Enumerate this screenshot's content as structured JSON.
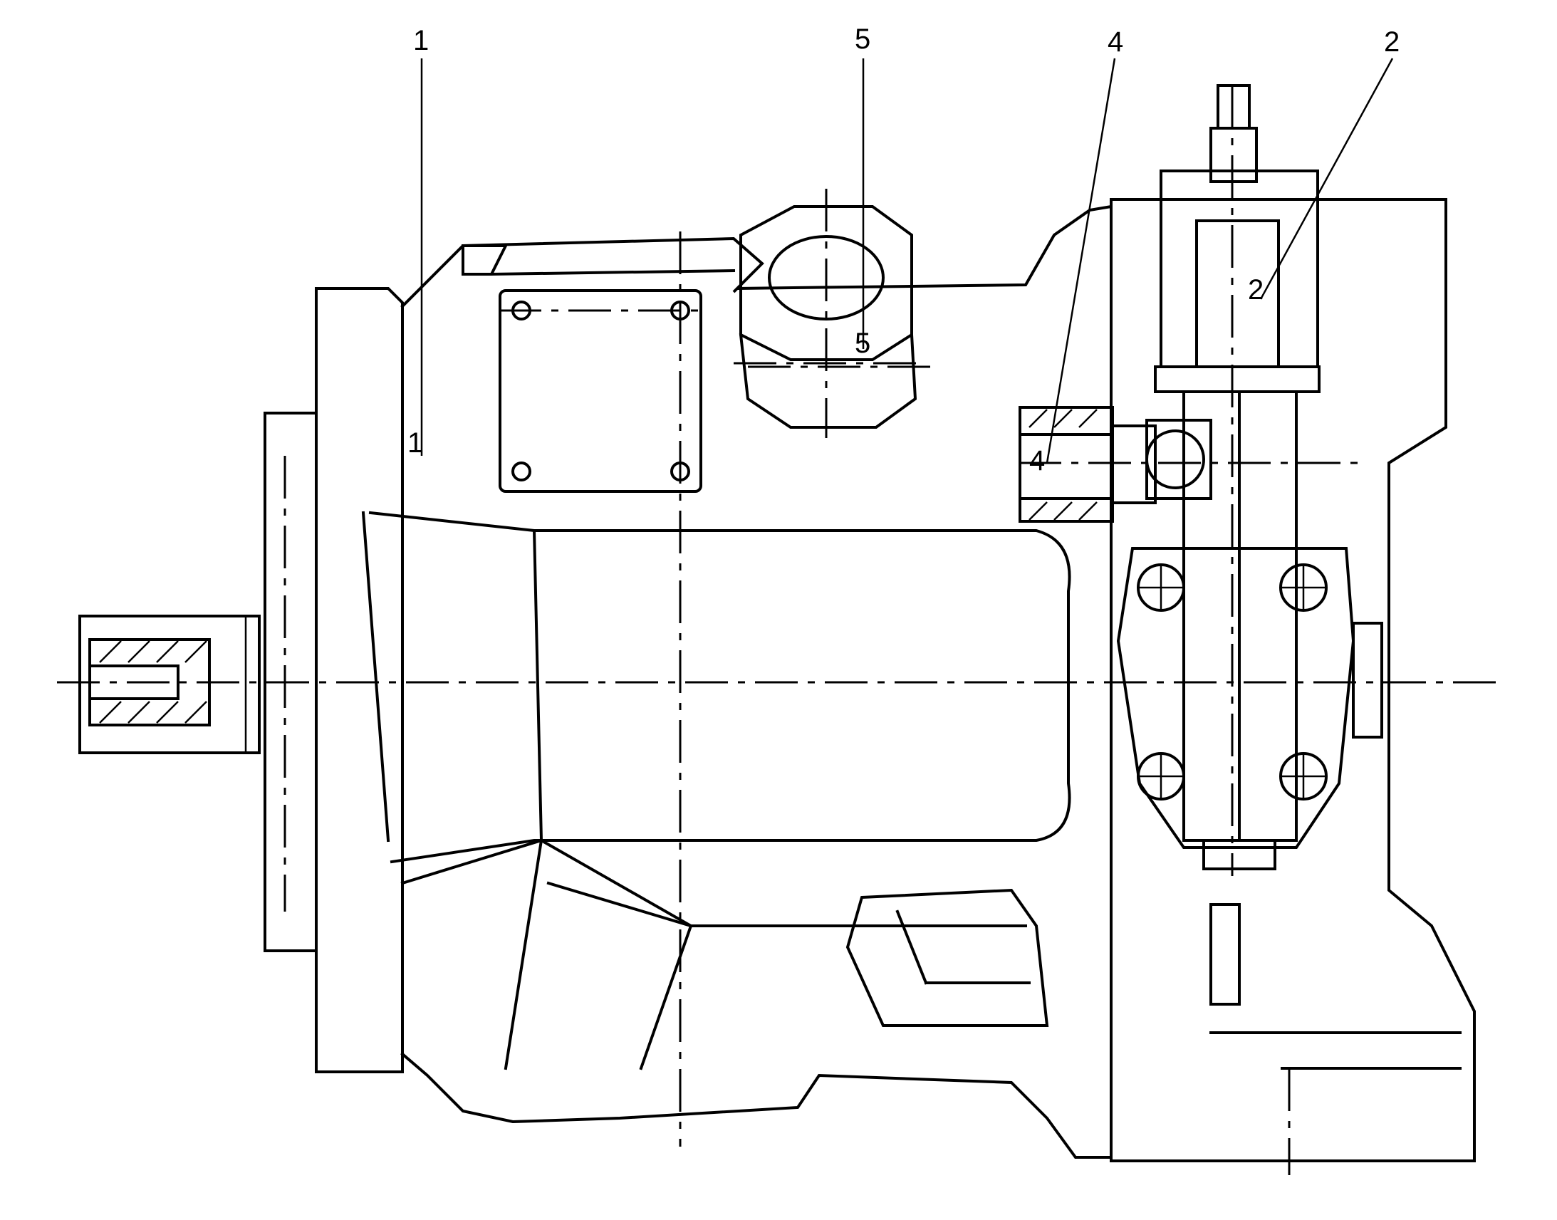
{
  "diagram": {
    "callouts": [
      {
        "id": "1",
        "text": "1"
      },
      {
        "id": "5",
        "text": "5"
      },
      {
        "id": "4",
        "text": "4"
      },
      {
        "id": "2",
        "text": "2"
      }
    ]
  },
  "colors": {
    "ink": "#000000",
    "background": "#ffffff"
  }
}
